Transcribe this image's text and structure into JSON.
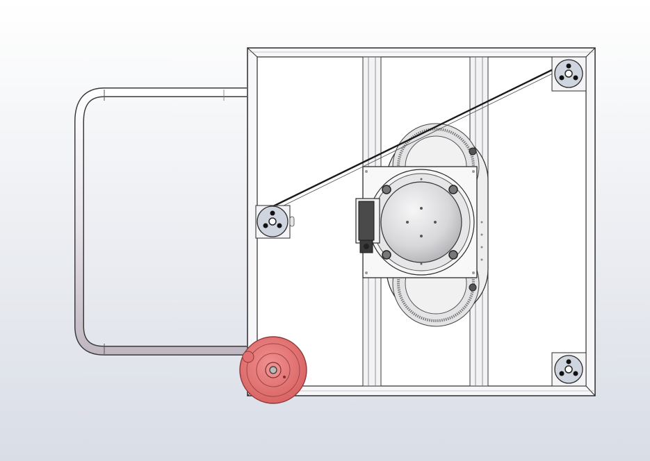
{
  "viewport": {
    "background_top": "#ffffff",
    "background_bottom": "#d9dde6"
  },
  "model": {
    "components": [
      "handle",
      "outer-frame",
      "rail-left",
      "rail-right",
      "pulley-top-right",
      "pulley-bottom-right",
      "pulley-left",
      "belt",
      "ring-gear",
      "motor-plate",
      "motor-housing",
      "gearbox",
      "handwheel"
    ]
  },
  "colors": {
    "frame_stroke": "#2a2a2a",
    "frame_fill": "#f7f7f9",
    "handle_fill": "#f1eef2",
    "pulley_fill": "#cfd5df",
    "gear_fill": "#d6d6d6",
    "motor_fill": "#d9d9dc",
    "gearbox_fill": "#4a4a4a",
    "handwheel_fill": "#e06b6b",
    "handwheel_stroke": "#8e3a3a",
    "belt": "#1a1a1a"
  }
}
